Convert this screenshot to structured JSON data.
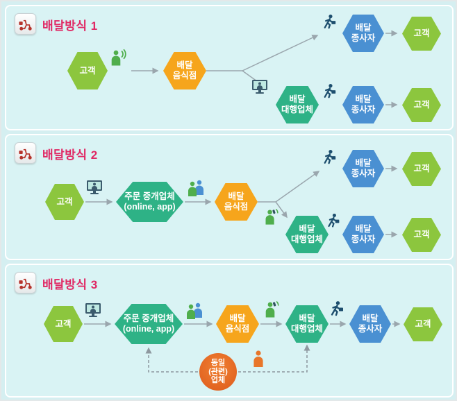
{
  "colors": {
    "page_background": "#d5eff1",
    "panel_background": "#d9f3f4",
    "customer_node": "#8cc63e",
    "restaurant_node": "#f6a51c",
    "agency_node": "#2eb286",
    "rider_node": "#4a90d2",
    "same_company_node": "#e8762a",
    "panel_title": "#e02864",
    "connector": "#9aa6ad"
  },
  "icons": {
    "panel_badge": "scooter-delivery-icon",
    "ordering_by_phone": "calling-person-icon",
    "ordering_online": "online-order-monitor-icon",
    "restaurant_staff": "staff-people-icon",
    "call_center": "phone-person-icon",
    "delivery_rider": "running-courier-icon",
    "same_company_owner": "company-person-icon"
  },
  "panels": [
    {
      "title": "배달방식 1",
      "nodes": {
        "customer_start": "고객",
        "restaurant": "배달 음식점",
        "rider_top": "배달 종사자",
        "customer_top": "고객",
        "agency": "배달 대행업체",
        "rider_bottom": "배달 종사자",
        "customer_bottom": "고객"
      }
    },
    {
      "title": "배달방식 2",
      "nodes": {
        "customer_start": "고객",
        "broker": "주문 중개업체 (online, app)",
        "restaurant": "배달 음식점",
        "rider_top": "배달 종사자",
        "customer_top": "고객",
        "agency": "배달 대행업체",
        "rider_bottom": "배달 종사자",
        "customer_bottom": "고객"
      }
    },
    {
      "title": "배달방식 3",
      "nodes": {
        "customer_start": "고객",
        "broker": "주문 중개업체 (online, app)",
        "restaurant": "배달 음식점",
        "agency": "배달 대행업체",
        "rider": "배달 종사자",
        "customer_end": "고객",
        "same_company": "동일 (관련) 업체"
      }
    }
  ]
}
